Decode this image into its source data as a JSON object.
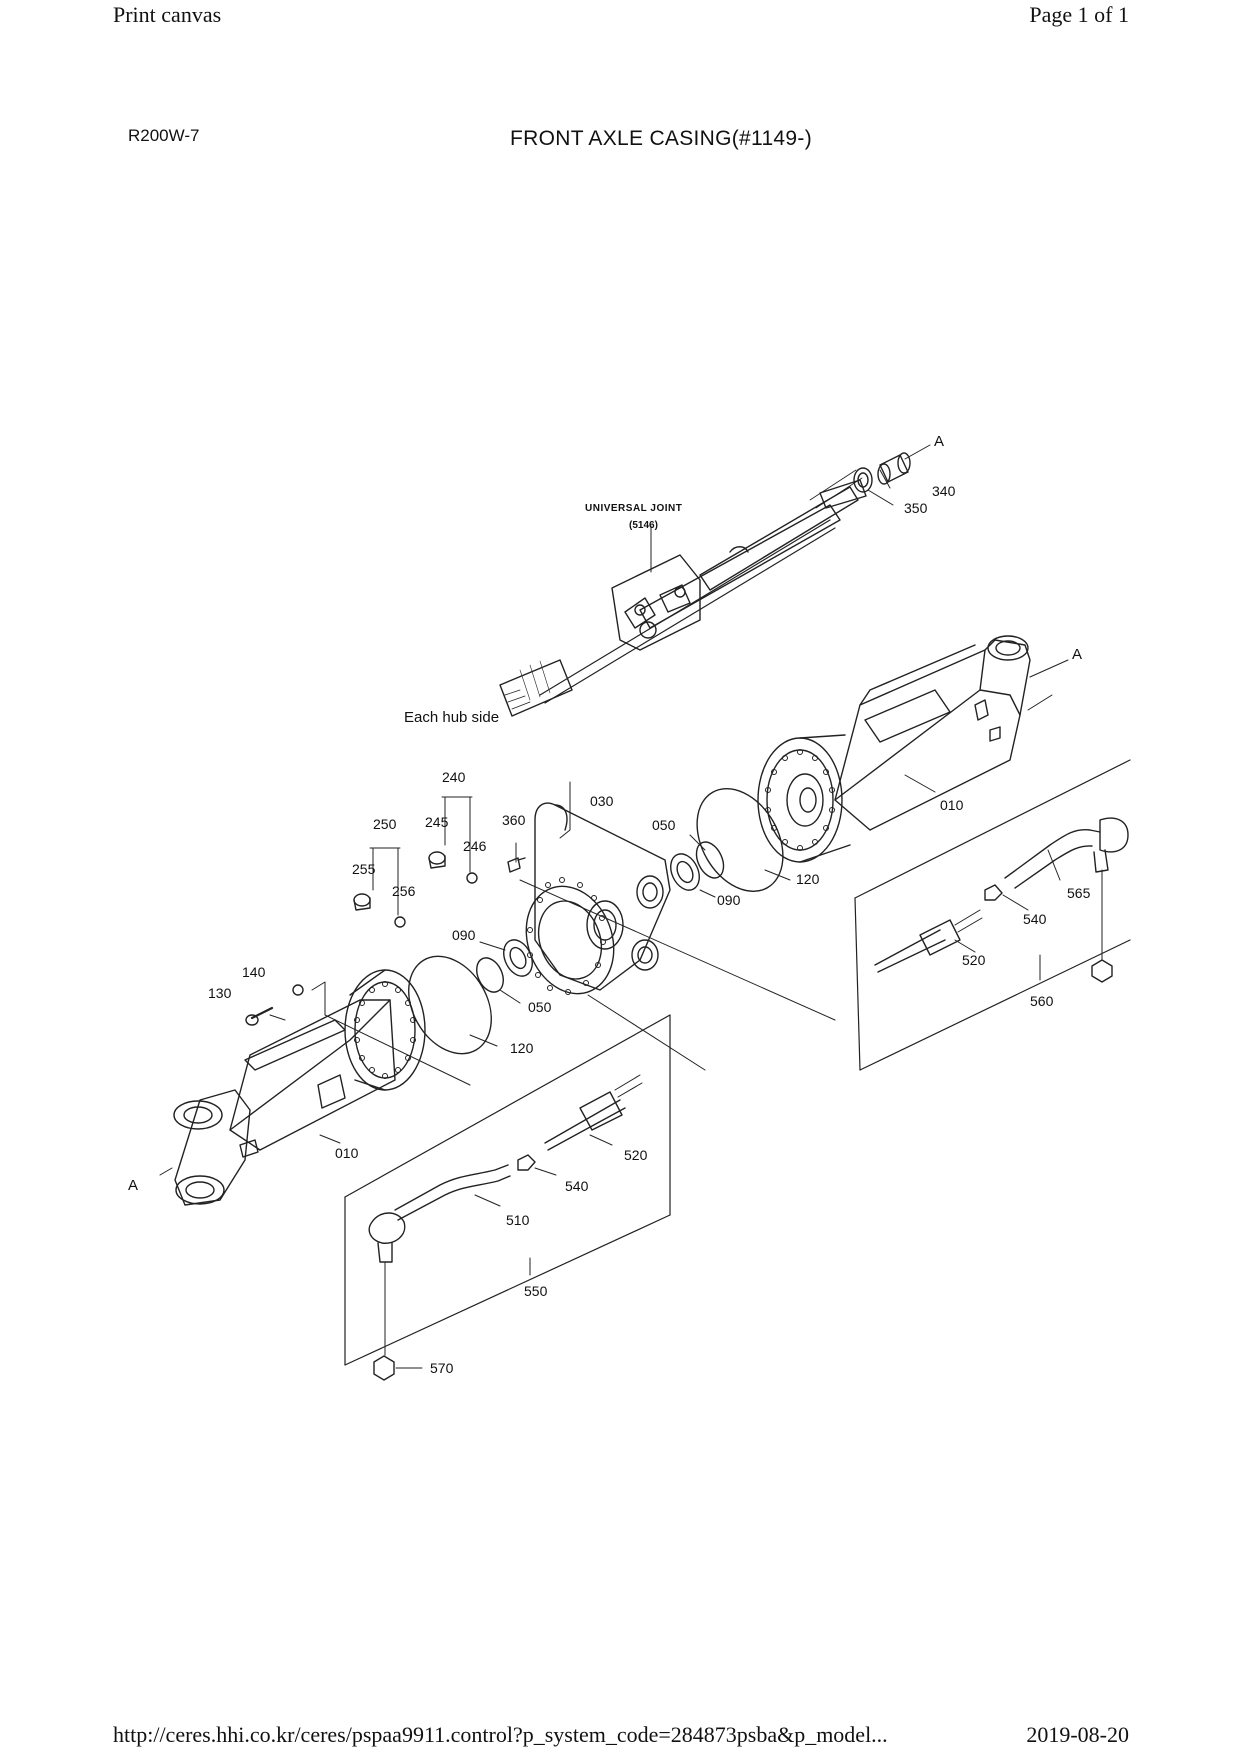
{
  "header": {
    "left": "Print canvas",
    "right": "Page 1 of 1"
  },
  "sheet": {
    "model": "R200W-7",
    "title": "FRONT AXLE CASING(#1149-)"
  },
  "footer": {
    "url": "http://ceres.hhi.co.kr/ceres/pspaa9911.control?p_system_code=284873psba&p_model...",
    "date": "2019-08-20"
  },
  "diagram": {
    "annotations": {
      "universal_joint": "UNIVERSAL JOINT",
      "universal_joint_code": "(5146)",
      "hub_side": "Each hub side",
      "ref_a": "A"
    },
    "part_numbers": {
      "p340": "340",
      "p350": "350",
      "p010_right": "010",
      "p030": "030",
      "p240": "240",
      "p245": "245",
      "p246": "246",
      "p360": "360",
      "p250": "250",
      "p255": "255",
      "p256": "256",
      "p050_upper": "050",
      "p090_upper": "090",
      "p120_upper": "120",
      "p090_lower": "090",
      "p050_lower": "050",
      "p120_lower": "120",
      "p140": "140",
      "p130": "130",
      "p010_left": "010",
      "p565": "565",
      "p540_right": "540",
      "p520_right": "520",
      "p560": "560",
      "p520_left": "520",
      "p540_left": "540",
      "p510": "510",
      "p550": "550",
      "p570": "570"
    }
  }
}
